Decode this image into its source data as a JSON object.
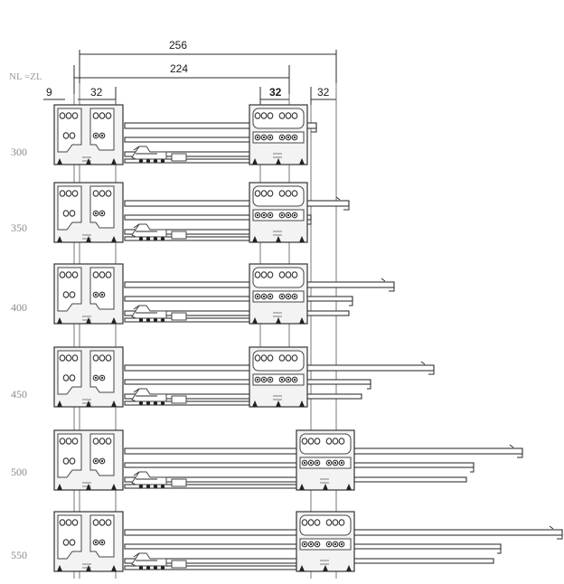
{
  "top_label": "NL =ZL",
  "dimensions": {
    "overall_256": "256",
    "overall_224": "224",
    "offset_9": "9",
    "spacing_left_32": "32",
    "spacing_mid_32": "32",
    "spacing_right_32": "32"
  },
  "rows": [
    {
      "label": "300"
    },
    {
      "label": "350"
    },
    {
      "label": "400"
    },
    {
      "label": "450"
    },
    {
      "label": "500"
    },
    {
      "label": "550"
    }
  ],
  "colors": {
    "line": "#2b2b2b",
    "label_gray": "#8a8a8a"
  }
}
